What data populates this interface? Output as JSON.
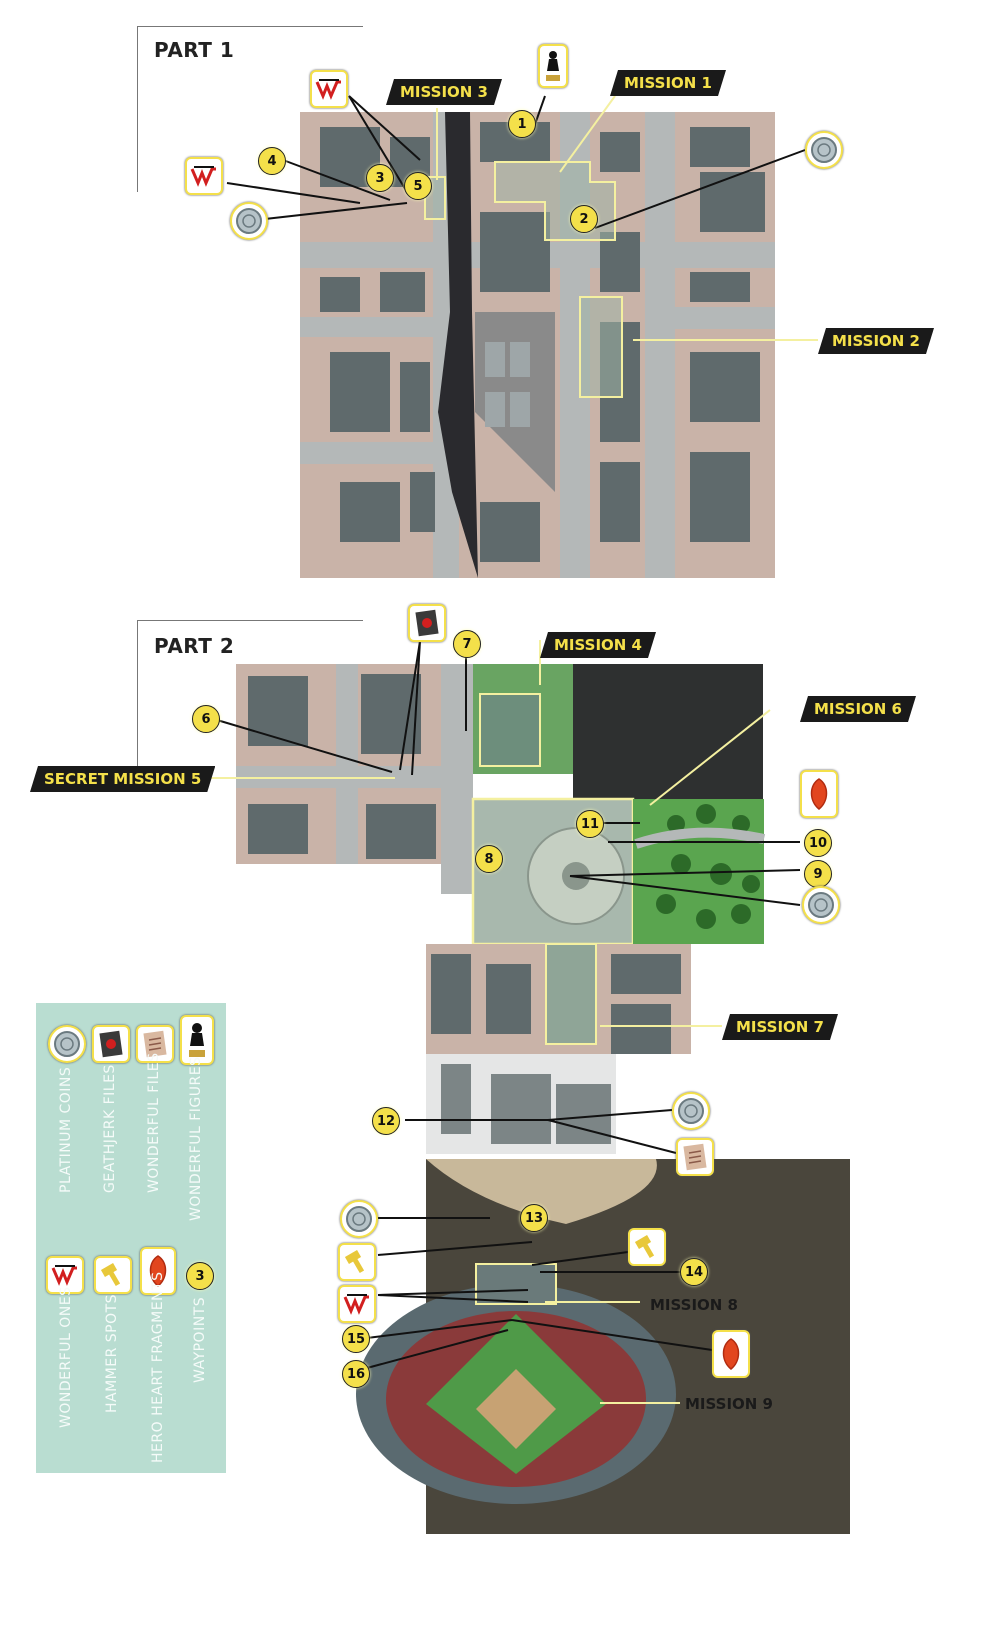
{
  "part1": {
    "title": "PART 1"
  },
  "part2": {
    "title": "PART 2"
  },
  "missions": {
    "m1": "MISSION 1",
    "m2": "MISSION 2",
    "m3": "MISSION 3",
    "m4": "MISSION 4",
    "secret5": "SECRET MISSION 5",
    "m6": "MISSION 6",
    "m7": "MISSION 7",
    "m8": "MISSION 8",
    "m9": "MISSION 9"
  },
  "waypoints": [
    "1",
    "2",
    "3",
    "4",
    "5",
    "6",
    "7",
    "8",
    "9",
    "10",
    "11",
    "12",
    "13",
    "14",
    "15",
    "16"
  ],
  "legend": {
    "items": [
      {
        "label": "PLATINUM COINS",
        "icon": "platinum-coin-icon"
      },
      {
        "label": "GEATHJERK FILES",
        "icon": "geathjerk-file-icon"
      },
      {
        "label": "WONDERFUL FILES",
        "icon": "wonderful-file-icon"
      },
      {
        "label": "WONDERFUL FIGURES",
        "icon": "wonderful-figure-icon"
      },
      {
        "label": "WONDERFUL ONES",
        "icon": "wonderful-ones-icon"
      },
      {
        "label": "HAMMER SPOTS",
        "icon": "hammer-icon"
      },
      {
        "label": "HERO HEART FRAGMENTS",
        "icon": "heart-fragment-icon"
      },
      {
        "label": "WAYPOINTS",
        "icon": "waypoint-icon"
      }
    ],
    "waypoint_sample": "3"
  },
  "colors": {
    "label_bg": "#1a1a1a",
    "label_text": "#f4e04a",
    "waypoint": "#f4e04a",
    "mission_outline": "#f4f0a0",
    "legend_bg": "#b9ddd1"
  }
}
